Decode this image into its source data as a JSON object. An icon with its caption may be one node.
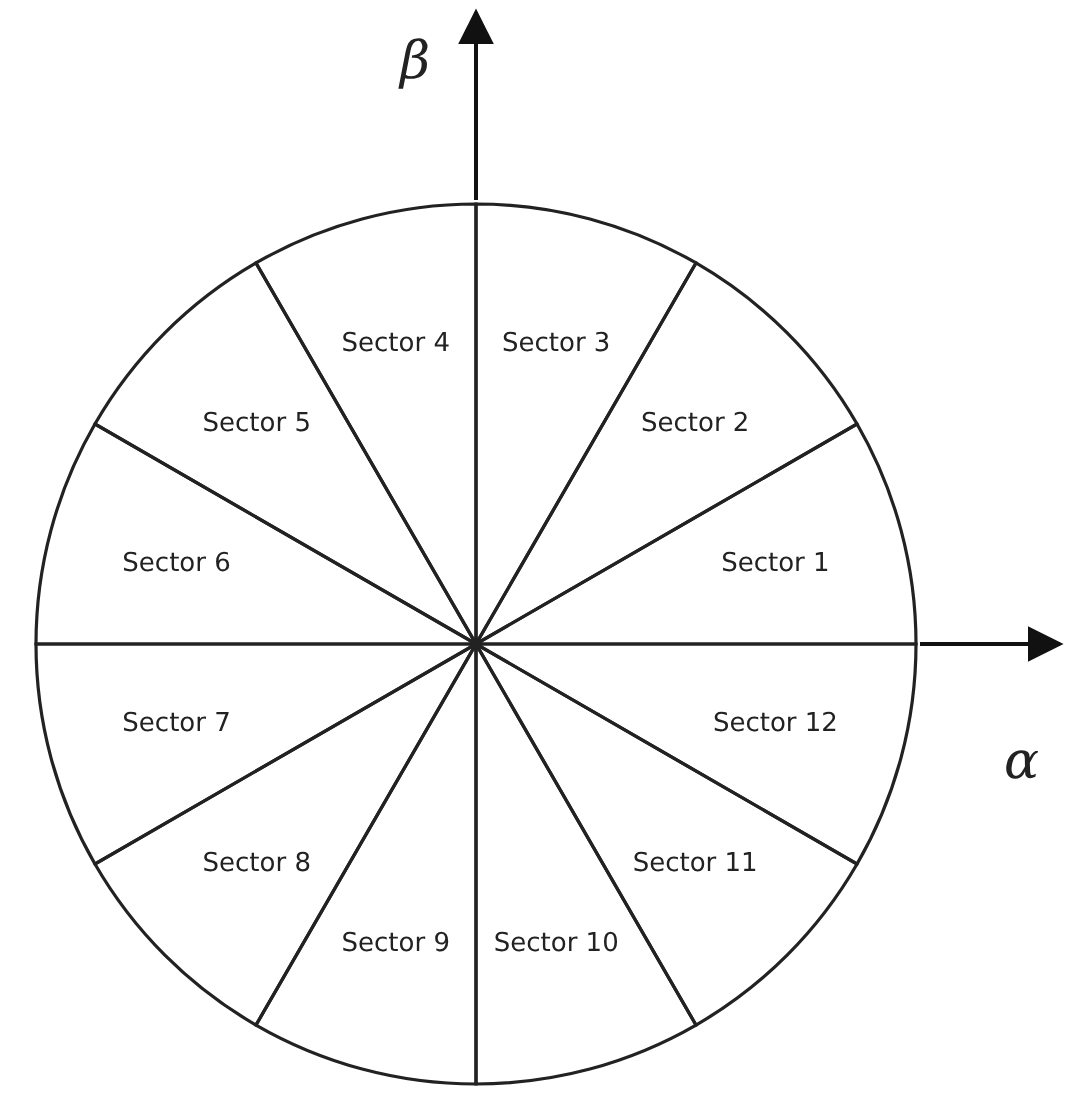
{
  "diagram": {
    "nodes": [
      {
        "text": [
          "Sector 1"
        ]
      },
      {
        "text": [
          "Sector 2"
        ]
      },
      {
        "text": [
          "Sector 3"
        ]
      },
      {
        "text": [
          "Sector 4"
        ]
      },
      {
        "text": [
          "Sector 5"
        ]
      },
      {
        "text": [
          "Sector 6"
        ]
      },
      {
        "text": [
          "Sector 7"
        ]
      },
      {
        "text": [
          "Sector 8"
        ]
      },
      {
        "text": [
          "Sector 9"
        ]
      },
      {
        "text": [
          "Sector 10"
        ]
      },
      {
        "text": [
          "Sector 11"
        ]
      },
      {
        "text": [
          "Sector 12"
        ]
      }
    ],
    "labels": [
      "β",
      "α"
    ]
  }
}
